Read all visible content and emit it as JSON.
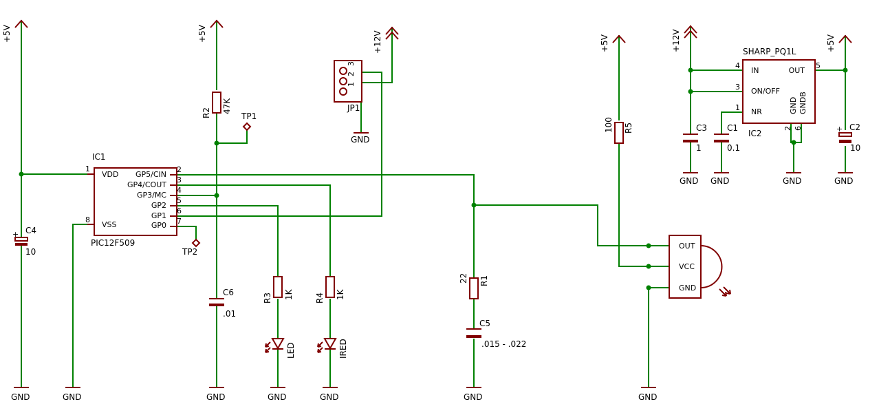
{
  "supplies": {
    "v5": "+5V",
    "v12": "+12V",
    "gnd": "GND"
  },
  "ic1": {
    "ref": "IC1",
    "part": "PIC12F509",
    "pins": [
      "VDD",
      "GP5/CIN",
      "GP4/COUT",
      "GP3/MC",
      "GP2",
      "GP1",
      "GP0",
      "VSS"
    ],
    "pin_numbers": [
      "1",
      "2",
      "3",
      "4",
      "5",
      "6",
      "7",
      "8"
    ]
  },
  "ic2": {
    "ref": "IC2",
    "part": "SHARP_PQ1L",
    "pins": [
      "IN",
      "ON/OFF",
      "NR",
      "OUT",
      "GND",
      "GNDB"
    ],
    "pin_numbers": [
      "4",
      "3",
      "1",
      "5",
      "2",
      "6"
    ]
  },
  "jp1": {
    "ref": "JP1",
    "pin_numbers": [
      "3",
      "2",
      "1"
    ]
  },
  "test_points": [
    "TP1",
    "TP2"
  ],
  "resistors": {
    "r1": {
      "ref": "R1",
      "value": "22"
    },
    "r2": {
      "ref": "R2",
      "value": "47K"
    },
    "r3": {
      "ref": "R3",
      "value": "1K"
    },
    "r4": {
      "ref": "R4",
      "value": "1K"
    },
    "r5": {
      "ref": "R5",
      "value": "100"
    }
  },
  "capacitors": {
    "c1": {
      "ref": "C1",
      "value": "0.1"
    },
    "c2": {
      "ref": "C2",
      "value": "10"
    },
    "c3": {
      "ref": "C3",
      "value": "1"
    },
    "c4": {
      "ref": "C4",
      "value": "10"
    },
    "c5": {
      "ref": "C5",
      "value": ".015 - .022"
    },
    "c6": {
      "ref": "C6",
      "value": ".01"
    }
  },
  "leds": {
    "led": "LED",
    "ired": "IRED"
  },
  "ir_receiver": {
    "pins": [
      "OUT",
      "VCC",
      "GND"
    ]
  },
  "polarity_mark": "+",
  "colors": {
    "wire": "#008000",
    "part": "#800000",
    "text": "#000000",
    "background": "#ffffff"
  }
}
